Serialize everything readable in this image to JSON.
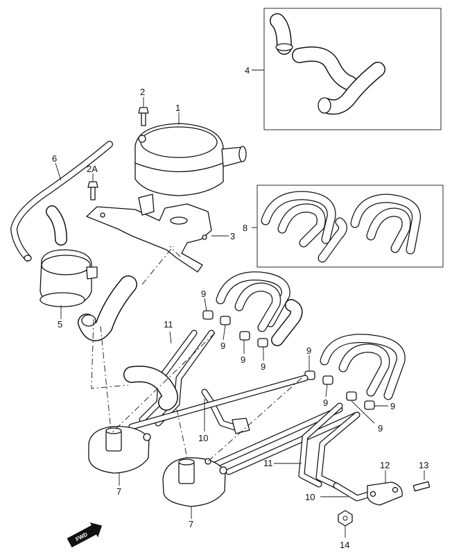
{
  "callouts": {
    "c1": "1",
    "c2": "2",
    "c2a": "2A",
    "c3": "3",
    "c4": "4",
    "c5": "5",
    "c6": "6",
    "c7a": "7",
    "c7b": "7",
    "c8": "8",
    "c9a": "9",
    "c9b": "9",
    "c9c": "9",
    "c9d": "9",
    "c9e": "9",
    "c9f": "9",
    "c9g": "9",
    "c9h": "9",
    "c10a": "10",
    "c10b": "10",
    "c11a": "11",
    "c11b": "11",
    "c12": "12",
    "c13": "13",
    "c14": "14"
  },
  "fwd_label": "FWD"
}
